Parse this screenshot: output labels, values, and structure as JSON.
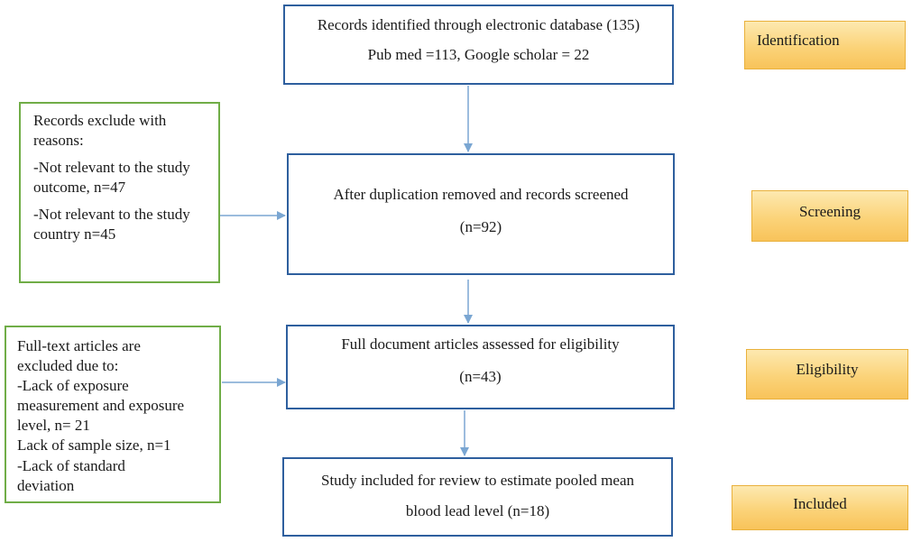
{
  "boxes": {
    "identified": {
      "line1": "Records identified through electronic database (135)",
      "line2": "Pub med =113, Google scholar = 22"
    },
    "screened": {
      "line1": "After duplication removed and records screened",
      "line2": "(n=92)"
    },
    "eligibility": {
      "line1": "Full document articles assessed for eligibility",
      "line2": "(n=43)"
    },
    "included": {
      "line1": "Study included for review to estimate pooled mean",
      "line2": "blood lead level (n=18)"
    }
  },
  "exclusions": {
    "screening": {
      "lines": [
        "Records exclude with",
        "reasons:",
        "-Not relevant to the study",
        "outcome, n=47",
        "-Not relevant to the study",
        "country n=45"
      ]
    },
    "fulltext": {
      "lines": [
        "Full-text articles are",
        "excluded due to:",
        "-Lack of exposure",
        "measurement and exposure",
        "level, n= 21",
        "Lack of sample size, n=1",
        "-Lack of standard",
        "deviation"
      ]
    }
  },
  "stages": {
    "identification": "Identification",
    "screening": "Screening",
    "eligibility": "Eligibility",
    "included": "Included"
  },
  "colors": {
    "main_border": "#2e5f9e",
    "exclusion_border": "#70ad47",
    "arrow": "#7aa6d2",
    "stage_fill": "#fbd379"
  }
}
